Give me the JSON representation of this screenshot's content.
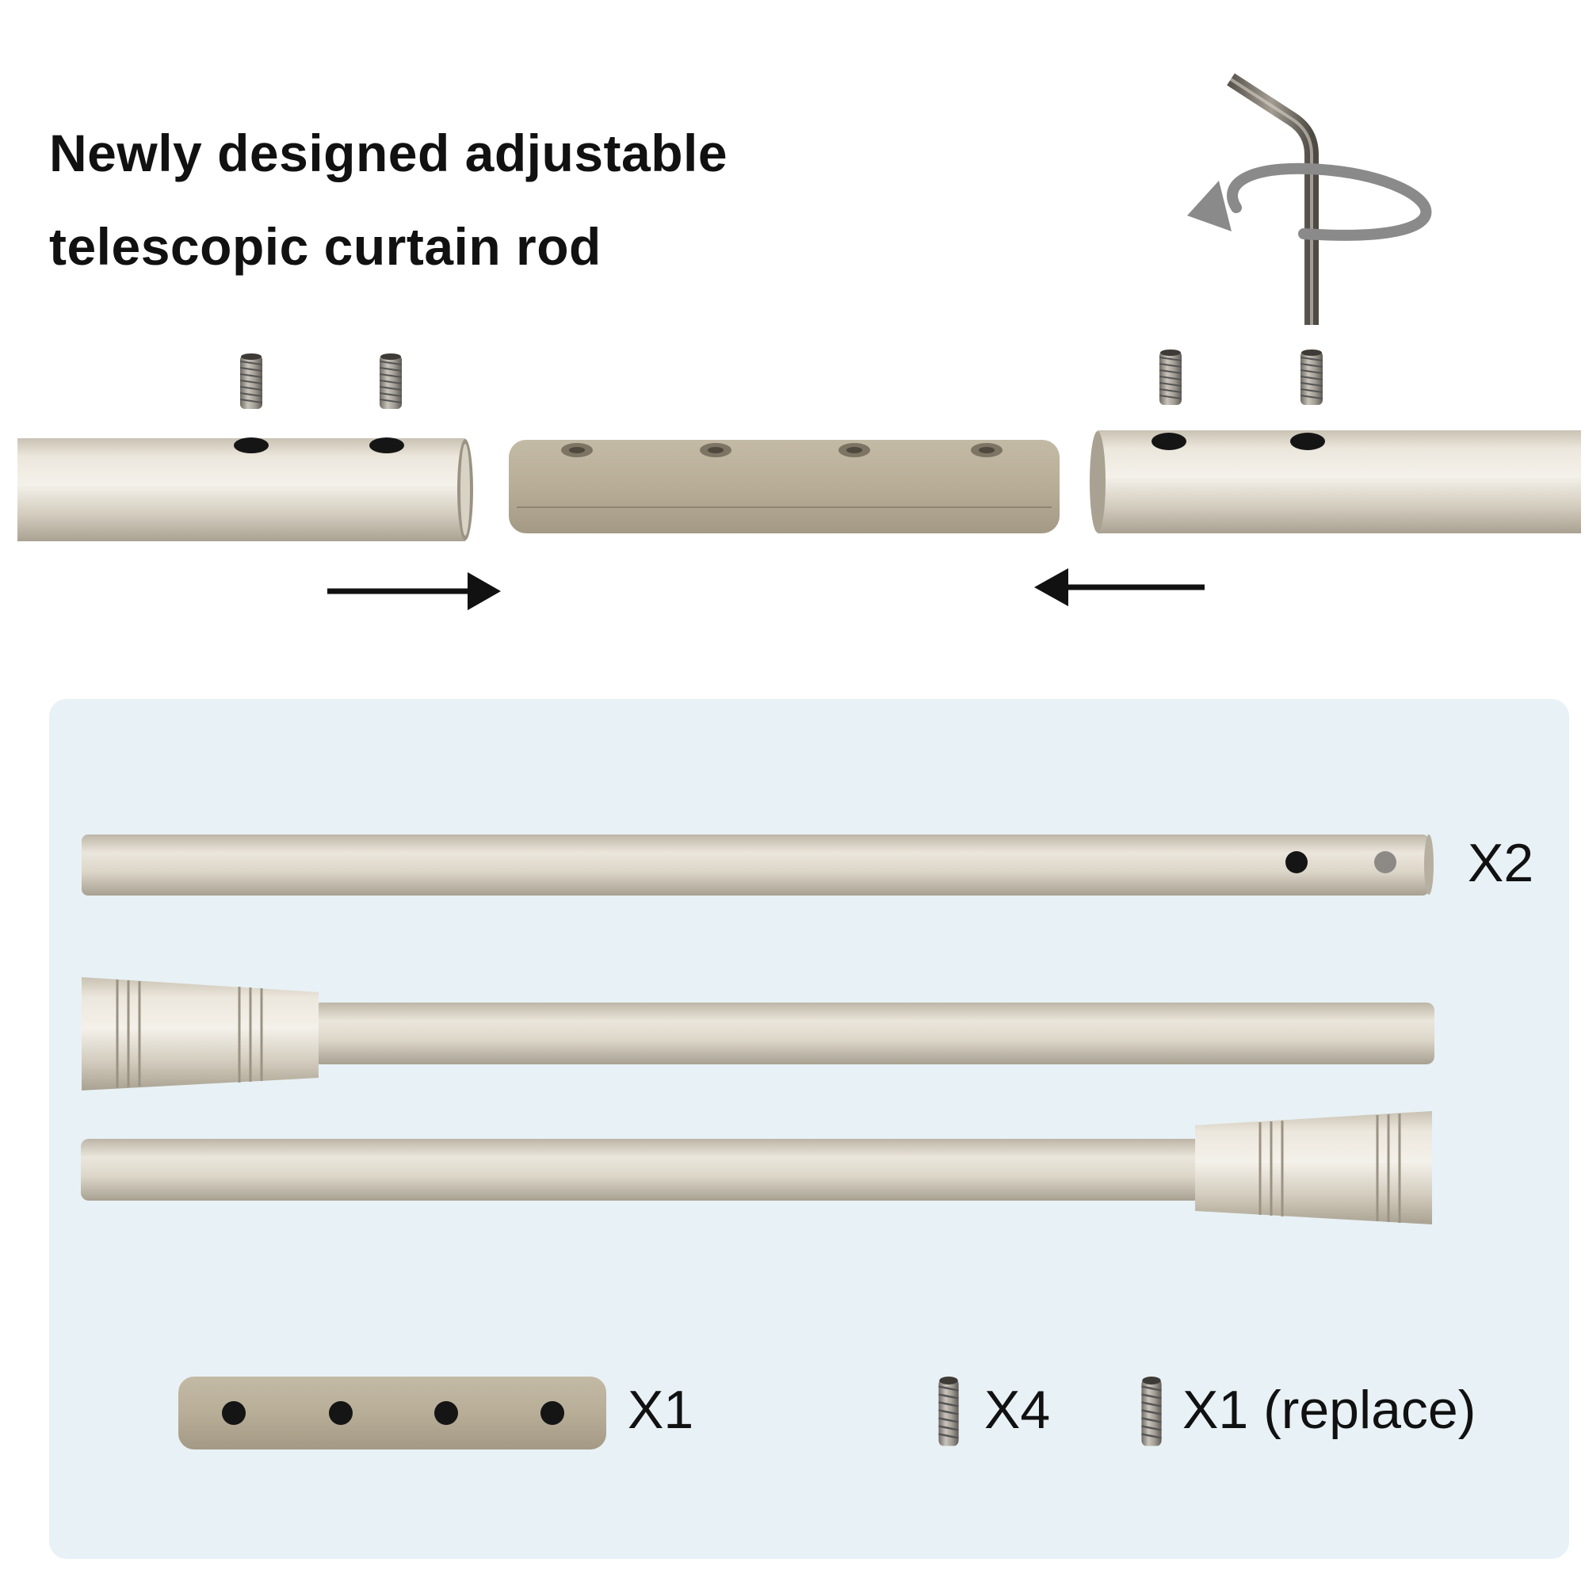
{
  "headline": {
    "line1": "Newly designed adjustable",
    "line2": "telescopic curtain rod"
  },
  "quantities": {
    "inner_tube": "X2",
    "connector": "X1",
    "set_screws": "X4",
    "spare_screw": "X1 (replace)"
  },
  "colors": {
    "background": "#ffffff",
    "panel": "#e8f1f5",
    "metal_light": "#ece7dd",
    "metal_mid": "#d6cfc1",
    "metal_dark": "#a9a292",
    "connector": "#b8ae98",
    "hole": "#151515",
    "arrow": "#111111",
    "rotation_arrow": "#888888",
    "text": "#111111"
  },
  "icons": [
    "set-screw-icon",
    "allen-key-icon",
    "rotate-arrow-icon",
    "right-arrow-icon",
    "left-arrow-icon"
  ]
}
